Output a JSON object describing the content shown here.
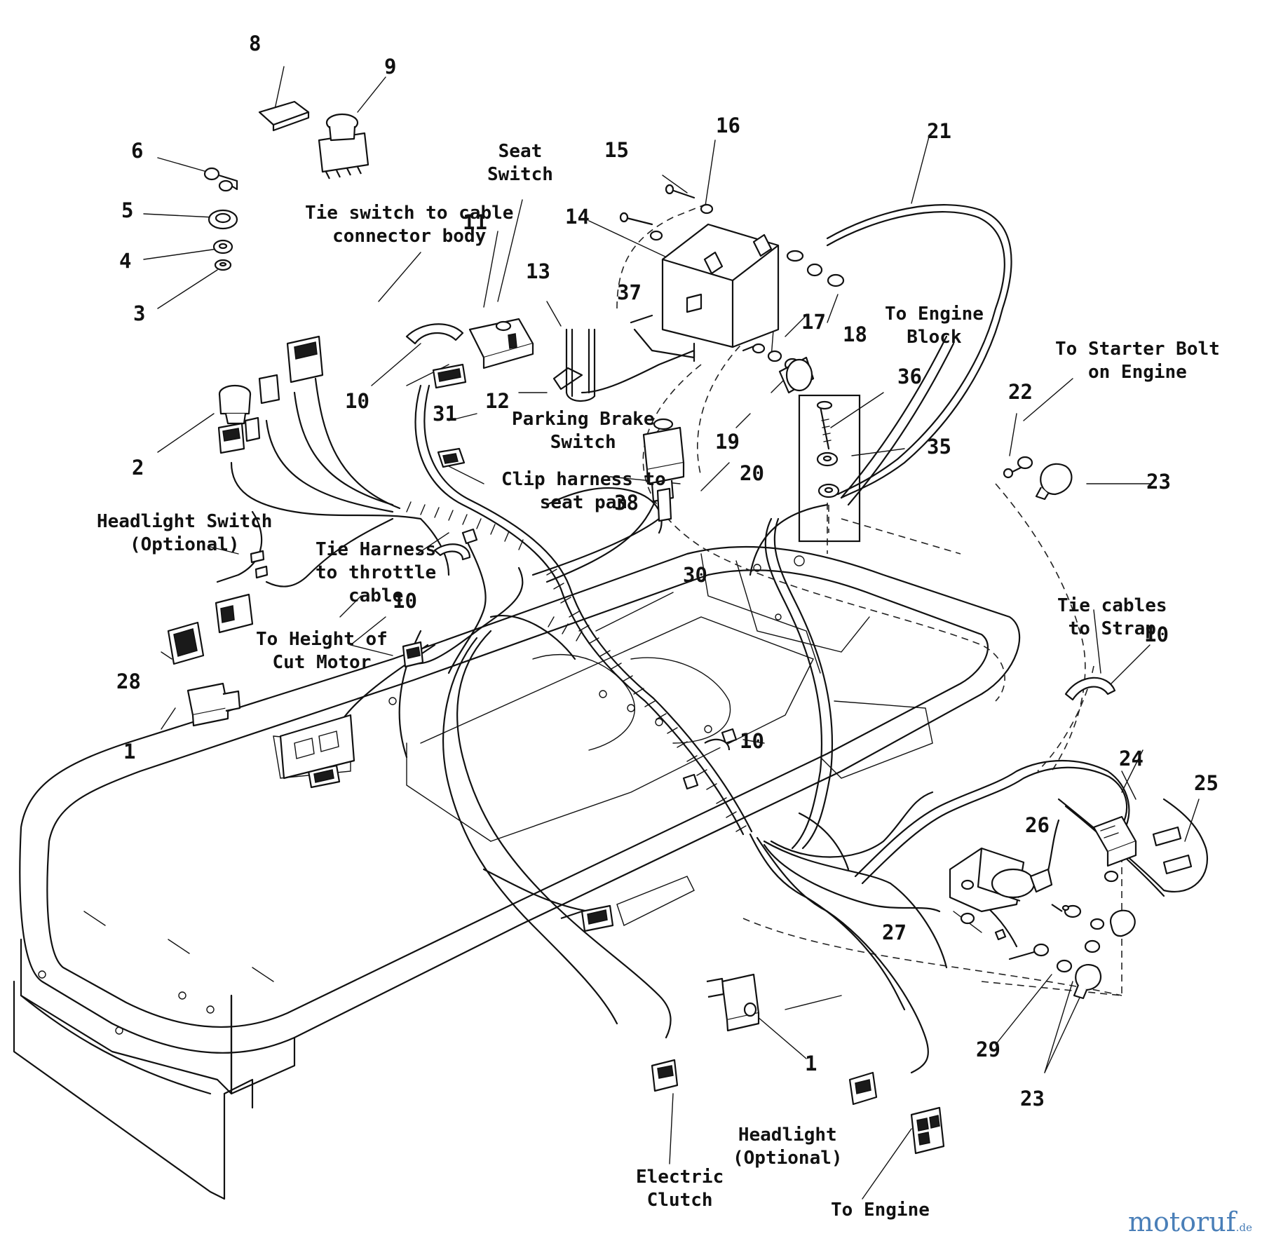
{
  "refs": {
    "r1a": "1",
    "r1b": "1",
    "r2": "2",
    "r3": "3",
    "r4": "4",
    "r5": "5",
    "r6": "6",
    "r8": "8",
    "r9": "9",
    "r10a": "10",
    "r10b": "10",
    "r10c": "10",
    "r10d": "10",
    "r11": "11",
    "r12": "12",
    "r13": "13",
    "r14": "14",
    "r15": "15",
    "r16": "16",
    "r17": "17",
    "r18": "18",
    "r19": "19",
    "r20": "20",
    "r21": "21",
    "r22": "22",
    "r23a": "23",
    "r23b": "23",
    "r24": "24",
    "r25": "25",
    "r26": "26",
    "r27": "27",
    "r28": "28",
    "r29": "29",
    "r30": "30",
    "r31": "31",
    "r35": "35",
    "r36": "36",
    "r37": "37",
    "r38": "38"
  },
  "labels": {
    "seat_switch": [
      "Seat",
      "Switch"
    ],
    "tie_switch": [
      "Tie switch to cable",
      "connector body"
    ],
    "parking_brake": [
      "Parking Brake",
      "Switch"
    ],
    "clip_harness": [
      "Clip harness to",
      "seat pan"
    ],
    "headlight_switch": [
      "Headlight Switch",
      "(Optional)"
    ],
    "tie_harness": [
      "Tie Harness",
      "to throttle",
      "cable"
    ],
    "height_cut": [
      "To Height of",
      "Cut Motor"
    ],
    "engine_block": [
      "To Engine",
      "Block"
    ],
    "starter_bolt": [
      "To Starter Bolt",
      "on Engine"
    ],
    "tie_cables": [
      "Tie cables",
      "to Strap"
    ],
    "electric_clutch": [
      "Electric",
      "Clutch"
    ],
    "headlight": [
      "Headlight",
      "(Optional)"
    ],
    "to_engine": [
      "To Engine"
    ]
  },
  "watermark": {
    "brand": "motoruf",
    "tld": ".de"
  }
}
